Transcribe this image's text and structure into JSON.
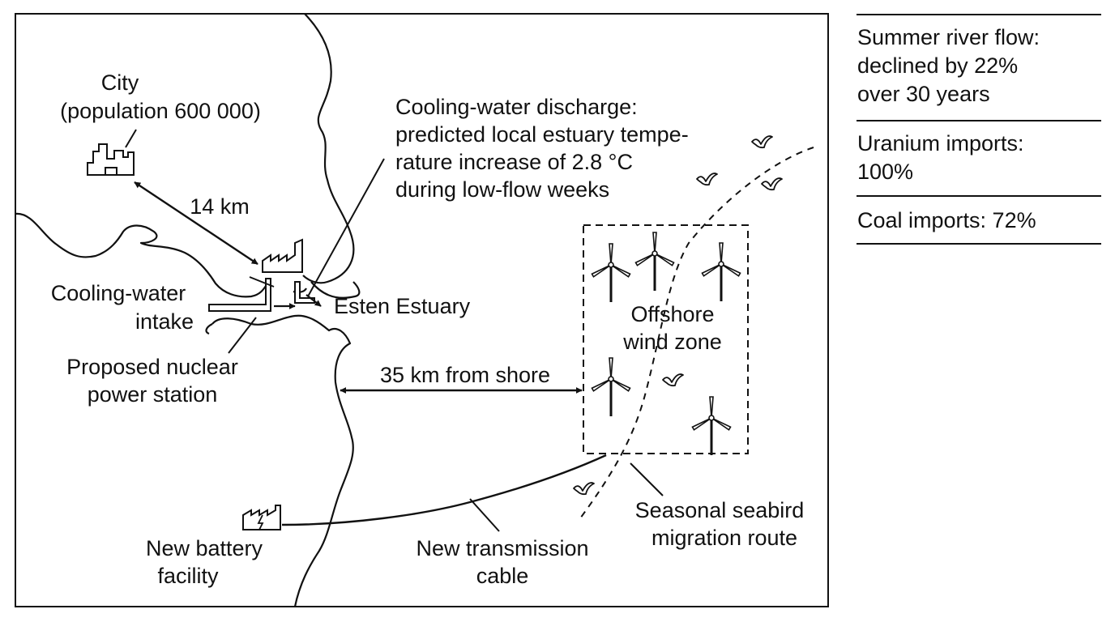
{
  "map": {
    "city": {
      "name": "City",
      "population": "(population 600 000)"
    },
    "distance_city": "14 km",
    "discharge_note": [
      "Cooling-water discharge:",
      "predicted local estuary tempe-",
      "rature increase of 2.8 °C",
      "during low-flow weeks"
    ],
    "intake_label": [
      "Cooling-water",
      "intake"
    ],
    "estuary_label": "Esten Estuary",
    "station_label": [
      "Proposed nuclear",
      "power station"
    ],
    "distance_shore": "35 km from shore",
    "wind_zone_label": [
      "Offshore",
      "wind zone"
    ],
    "battery_label": [
      "New battery",
      "facility"
    ],
    "cable_label": [
      "New transmission",
      "cable"
    ],
    "migration_label": [
      "Seasonal seabird",
      "migration route"
    ]
  },
  "facts": [
    {
      "lines": [
        "Summer river flow:",
        "declined by 22%",
        "over 30 years"
      ]
    },
    {
      "lines": [
        "Uranium imports:",
        "100%"
      ]
    },
    {
      "lines": [
        "Coal imports: 72%"
      ]
    }
  ],
  "icons": [
    "city-icon",
    "factory-icon",
    "battery-factory-icon",
    "wind-turbine-icon",
    "seabird-icon"
  ]
}
